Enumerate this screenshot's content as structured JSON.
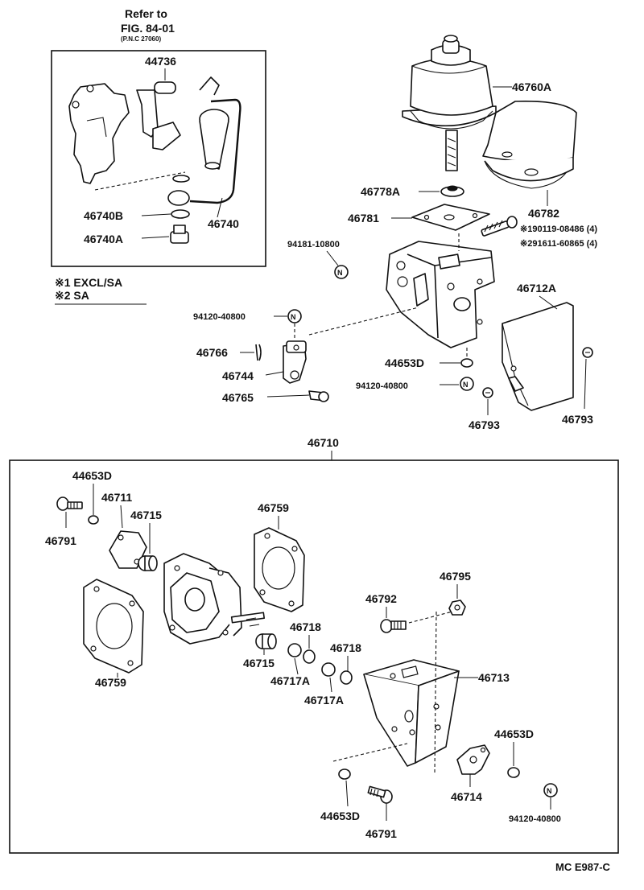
{
  "reference": {
    "refer_to": "Refer to",
    "figure": "FIG. 84-01",
    "pnc": "(P.N.C 27060)"
  },
  "notes": {
    "note1": "※1 EXCL/SA",
    "note2": "※2 SA"
  },
  "diagram_code": "MC E987-C",
  "parts": {
    "p44736": "44736",
    "p46740B": "46740B",
    "p46740": "46740",
    "p46740A": "46740A",
    "p46760A": "46760A",
    "p46778A": "46778A",
    "p46781": "46781",
    "p46782": "46782",
    "p90119": "※190119-08486 (4)",
    "p91611": "※291611-60865 (4)",
    "p94181": "94181-10800",
    "p46712A": "46712A",
    "p94120_a": "94120-40800",
    "p46766": "46766",
    "p46744": "46744",
    "p46765": "46765",
    "p44653D_a": "44653D",
    "p94120_b": "94120-40800",
    "p46793_a": "46793",
    "p46793_b": "46793",
    "p46710": "46710",
    "p44653D_b": "44653D",
    "p46711": "46711",
    "p46715_a": "46715",
    "p46791_a": "46791",
    "p46759_a": "46759",
    "p46759_b": "46759",
    "p46715_b": "46715",
    "p46718_a": "46718",
    "p46718_b": "46718",
    "p46717A_a": "46717A",
    "p46717A_b": "46717A",
    "p46792": "46792",
    "p46795": "46795",
    "p46713": "46713",
    "p44653D_c": "44653D",
    "p44653D_d": "44653D",
    "p46714": "46714",
    "p46791_b": "46791",
    "p94120_c": "94120-40800"
  }
}
